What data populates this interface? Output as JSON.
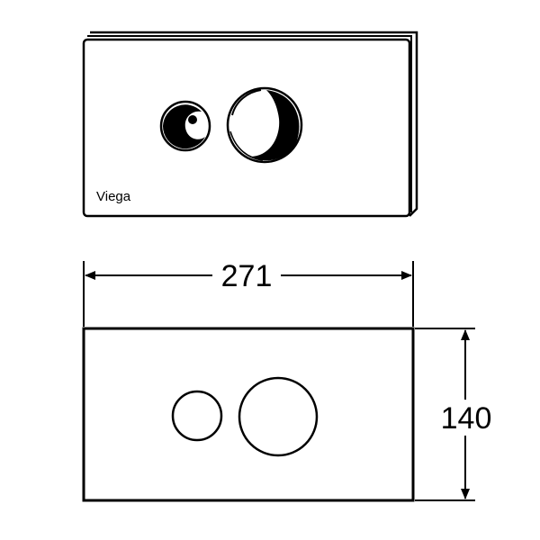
{
  "colors": {
    "ink": "#000000",
    "paper": "#ffffff"
  },
  "perspective_view": {
    "brand_label": "Viega",
    "small_button_icon": "small-flush-button-icon",
    "large_button_icon": "large-flush-button-icon"
  },
  "front_view": {
    "small_button_icon": "small-circle-button-icon",
    "large_button_icon": "large-circle-button-icon"
  },
  "dimensions": {
    "width_label": "271",
    "height_label": "140"
  }
}
